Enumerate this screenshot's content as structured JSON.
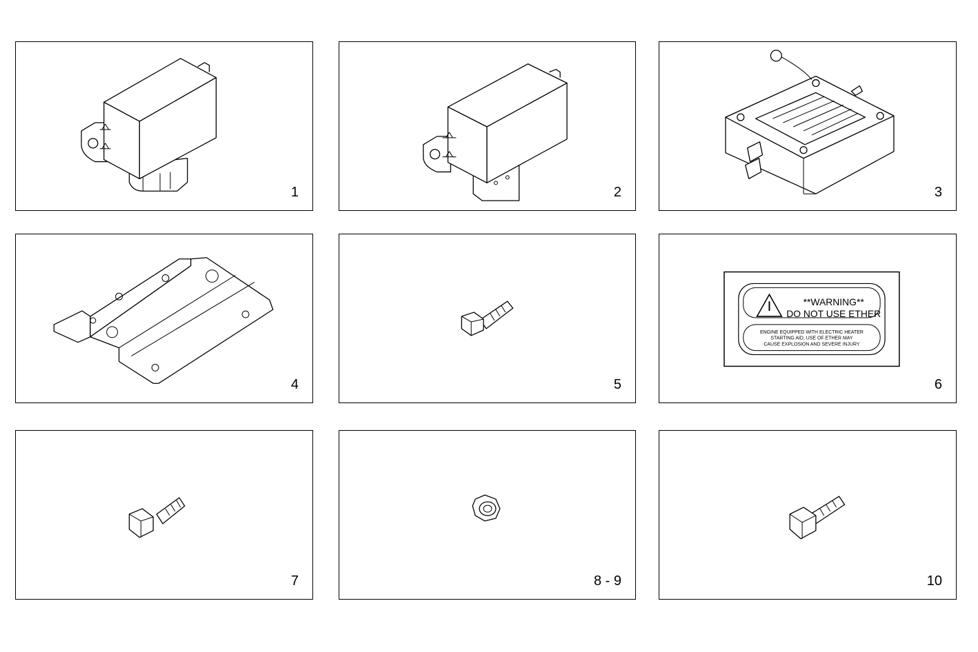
{
  "panels": [
    {
      "number": "1",
      "icon": "relay-module-icon"
    },
    {
      "number": "2",
      "icon": "relay-module-icon"
    },
    {
      "number": "3",
      "icon": "intake-heater-grid-icon"
    },
    {
      "number": "4",
      "icon": "mounting-bracket-icon"
    },
    {
      "number": "5",
      "icon": "bolt-icon"
    },
    {
      "number": "6",
      "icon": "warning-decal-icon"
    },
    {
      "number": "7",
      "icon": "bolt-icon"
    },
    {
      "number": "8 - 9",
      "icon": "nut-icon"
    },
    {
      "number": "10",
      "icon": "bolt-icon"
    }
  ],
  "decal": {
    "heading": "**WARNING**",
    "subheading": "DO NOT USE ETHER",
    "line1": "ENGINE EQUIPPED WITH ELECTRIC HEATER",
    "line2": "STARTING AID, USE OF ETHER MAY",
    "line3": "CAUSE EXPLOSION AND SEVERE INJURY"
  }
}
